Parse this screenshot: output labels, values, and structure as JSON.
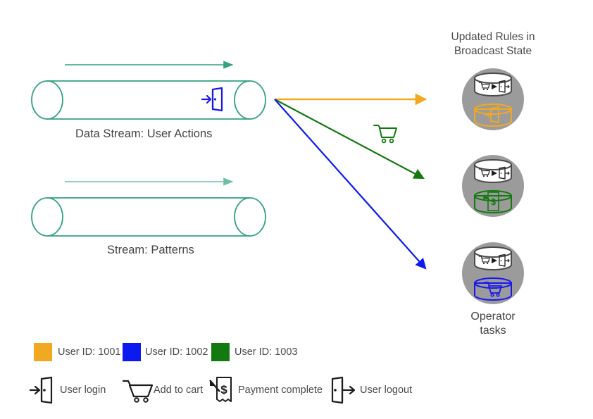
{
  "diagram": {
    "title_broadcast": "Updated Rules in\nBroadcast State",
    "broadcast_title_line1": "Updated Rules in",
    "broadcast_title_line2": "Broadcast State",
    "operator_label_line1": "Operator",
    "operator_label_line2": "tasks"
  },
  "streams": [
    {
      "id": "user-actions",
      "label": "Data Stream: User Actions",
      "icon": "user-login-icon",
      "icon_color": "#1818EE"
    },
    {
      "id": "patterns",
      "label": "Stream: Patterns",
      "icon": null,
      "icon_color": null
    }
  ],
  "flow_arrows": [
    {
      "id": "arrow-user-1001",
      "color": "#F2A922",
      "target": "broadcast-node-1"
    },
    {
      "id": "arrow-user-1003",
      "color": "#137A10",
      "target": "broadcast-node-2"
    },
    {
      "id": "arrow-user-1002",
      "color": "#0D1AEF",
      "target": "broadcast-node-3"
    }
  ],
  "mid_icon": {
    "name": "add-to-cart-icon",
    "color": "#137A10"
  },
  "broadcast_nodes": [
    {
      "id": "broadcast-node-1",
      "circle_color": "#9b9b9b",
      "rule_icon": "cart-to-logout-rule-icon",
      "rule_icon_color": "#3c3c3c",
      "state_icon": "user-login-db-icon",
      "state_icon_color": "#F2A922",
      "label": ""
    },
    {
      "id": "broadcast-node-2",
      "circle_color": "#9b9b9b",
      "rule_icon": "cart-to-logout-rule-icon",
      "rule_icon_color": "#3c3c3c",
      "state_icon": "payment-db-icon",
      "state_icon_color": "#137A10",
      "label": ""
    },
    {
      "id": "broadcast-node-3",
      "circle_color": "#9b9b9b",
      "rule_icon": "cart-to-logout-rule-icon",
      "rule_icon_color": "#3c3c3c",
      "state_icon": "cart-db-icon",
      "state_icon_color": "#1818EE",
      "label": "Operator tasks"
    }
  ],
  "legend": {
    "users": [
      {
        "color": "#F2A922",
        "label": "User ID: 1001"
      },
      {
        "color": "#0D1AEF",
        "label": "User ID: 1002"
      },
      {
        "color": "#137A10",
        "label": "User ID: 1003"
      }
    ],
    "actions": [
      {
        "icon": "user-login-icon",
        "label": "User login"
      },
      {
        "icon": "add-to-cart-icon",
        "label": "Add to cart"
      },
      {
        "icon": "payment-complete-icon",
        "label": "Payment complete"
      },
      {
        "icon": "user-logout-icon",
        "label": "User logout"
      }
    ]
  },
  "colors": {
    "stream_teal": "#34A183",
    "stream_teal_light": "#6FBFA6",
    "text": "#4a4a4a",
    "circle_gray": "#9b9b9b",
    "icon_dark": "#3c3c3c"
  }
}
